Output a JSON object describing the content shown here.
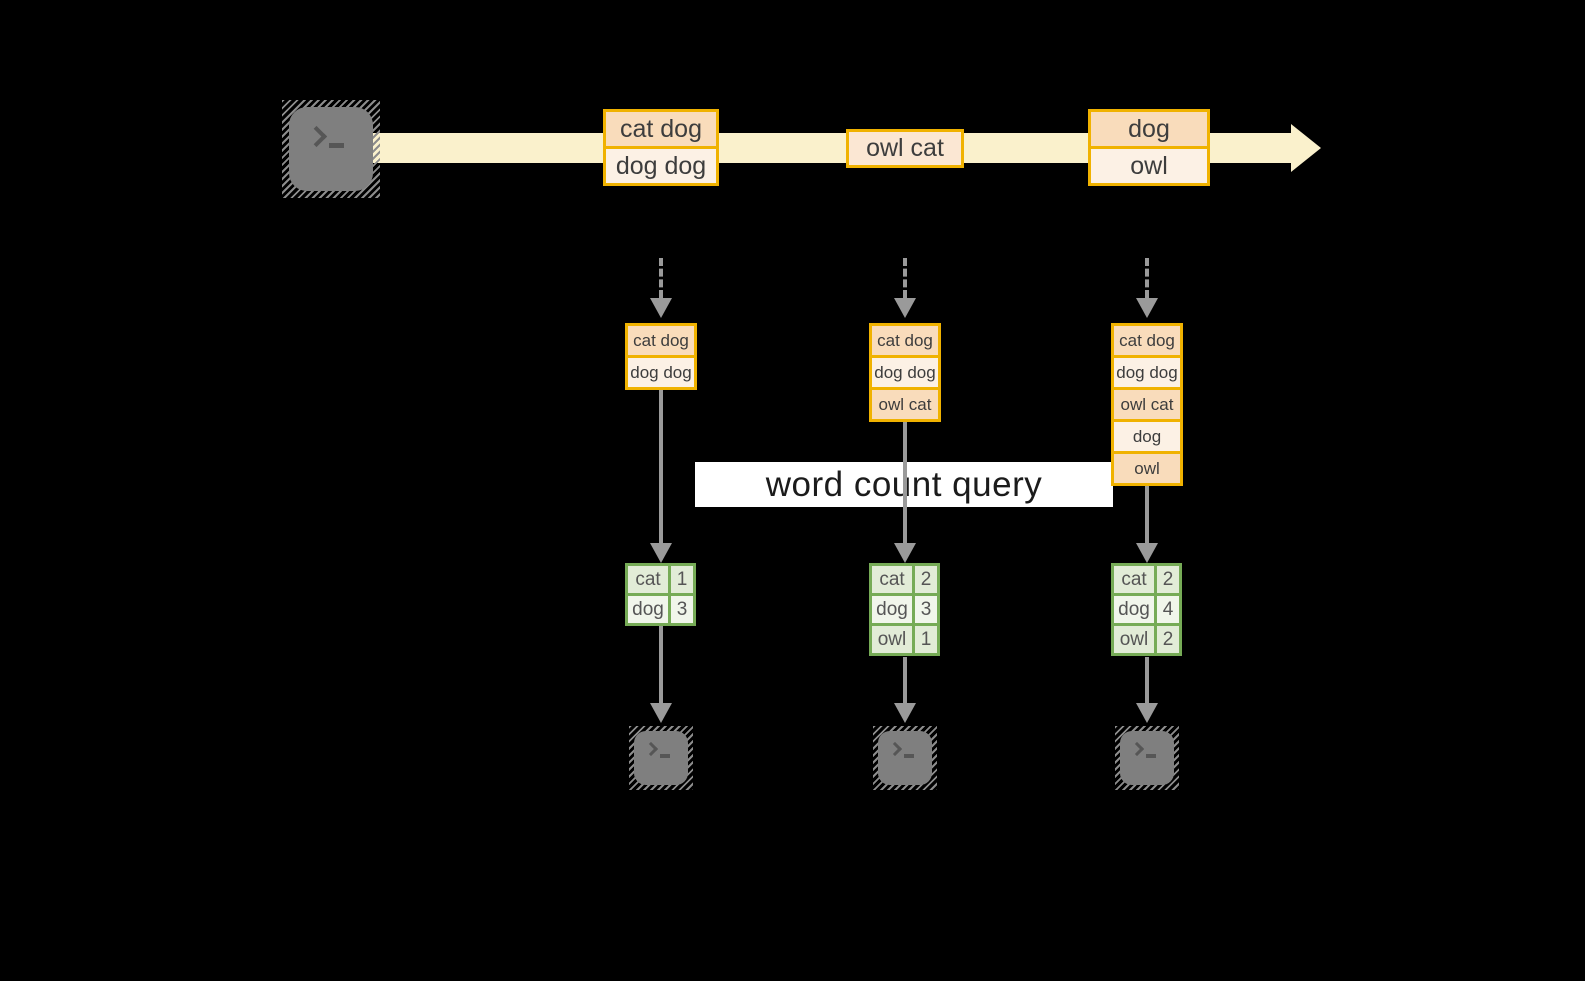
{
  "query_label": "word count query",
  "colors": {
    "background": "#000000",
    "stream_band": "#FAF1CC",
    "amber_border": "#F0B200",
    "peach_fill": "#F9DCBB",
    "cream_fill": "#FCF1E5",
    "green_border": "#76AB56",
    "green_fill_dark": "#E2ECD7",
    "green_fill_light": "#F1F6EB",
    "arrow_gray": "#9A9A9A",
    "terminal_gray": "#7F7F7F",
    "text": "#3D3D3D"
  },
  "icons": {
    "source": "terminal-icon",
    "sink": "terminal-icon"
  },
  "stream_batches": [
    [
      "cat dog",
      "dog dog"
    ],
    [
      "owl cat"
    ],
    [
      "dog",
      "owl"
    ]
  ],
  "columns": [
    {
      "state": [
        "cat dog",
        "dog dog"
      ],
      "counts": [
        {
          "word": "cat",
          "n": "1"
        },
        {
          "word": "dog",
          "n": "3"
        }
      ]
    },
    {
      "state": [
        "cat dog",
        "dog dog",
        "owl cat"
      ],
      "counts": [
        {
          "word": "cat",
          "n": "2"
        },
        {
          "word": "dog",
          "n": "3"
        },
        {
          "word": "owl",
          "n": "1"
        }
      ]
    },
    {
      "state": [
        "cat dog",
        "dog dog",
        "owl cat",
        "dog",
        "owl"
      ],
      "counts": [
        {
          "word": "cat",
          "n": "2"
        },
        {
          "word": "dog",
          "n": "4"
        },
        {
          "word": "owl",
          "n": "2"
        }
      ]
    }
  ]
}
